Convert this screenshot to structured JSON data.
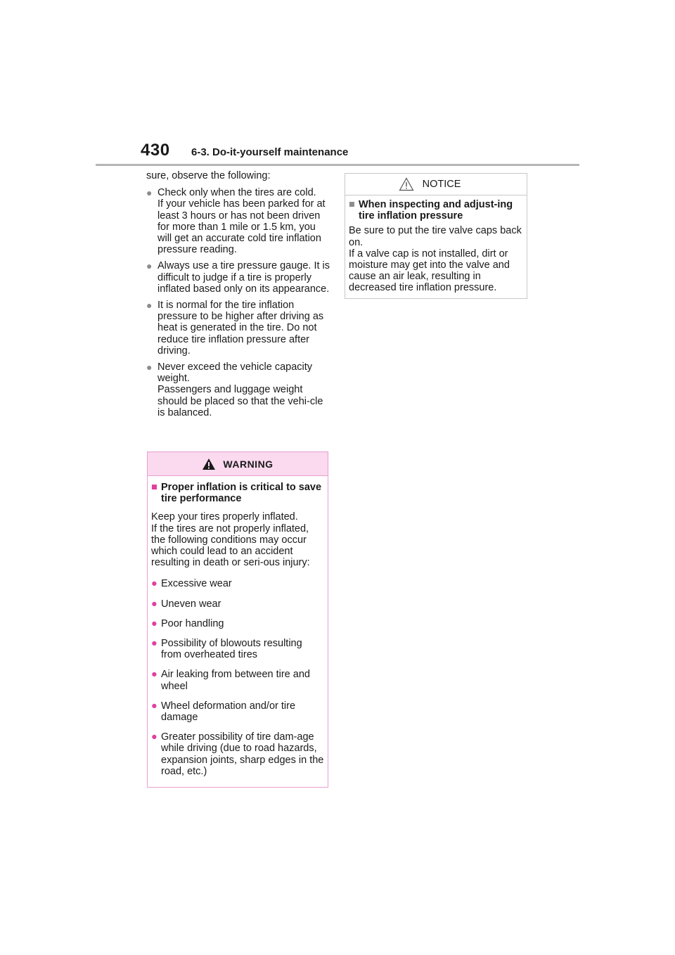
{
  "header": {
    "page_number": "430",
    "section": "6-3. Do-it-yourself maintenance"
  },
  "left_column": {
    "lead": "sure, observe the following:",
    "bullets": [
      "Check only when the tires are cold.\nIf your vehicle has been parked for at least 3 hours or has not been driven for more than 1 mile or 1.5 km, you will get an accurate cold tire inflation pressure reading.",
      "Always use a tire pressure gauge. It is difficult to judge if a tire is properly inflated based only on its appearance.",
      "It is normal for the tire inflation pressure to be higher after driving as heat is generated in the tire. Do not reduce tire inflation pressure after driving.",
      "Never exceed the vehicle capacity weight.\nPassengers and luggage weight should be placed so that the vehi-cle is balanced."
    ]
  },
  "warning": {
    "label": "WARNING",
    "heading": "Proper inflation is critical to save tire performance",
    "paragraph": "Keep your tires properly inflated.\nIf the tires are not properly inflated, the following conditions may occur which could lead to an accident resulting in death or seri-ous injury:",
    "bullets": [
      "Excessive wear",
      "Uneven wear",
      "Poor handling",
      "Possibility of blowouts resulting from overheated tires",
      "Air leaking from between tire and wheel",
      "Wheel deformation and/or tire damage",
      "Greater possibility of tire dam-age while driving (due to road hazards, expansion joints, sharp edges in the road, etc.)"
    ],
    "colors": {
      "accent": "#e0409f",
      "header_bg": "#fbd9ef",
      "border": "#e8a0cf"
    },
    "icon": "warning-triangle-icon"
  },
  "notice": {
    "label": "NOTICE",
    "heading": "When inspecting and adjust-ing tire inflation pressure",
    "paragraph": "Be sure to put the tire valve caps back on.\nIf a valve cap is not installed, dirt or moisture may get into the valve and cause an air leak, resulting in decreased tire inflation pressure.",
    "icon": "caution-triangle-icon"
  },
  "glyphs": {
    "bullet": "●",
    "square": "■"
  }
}
